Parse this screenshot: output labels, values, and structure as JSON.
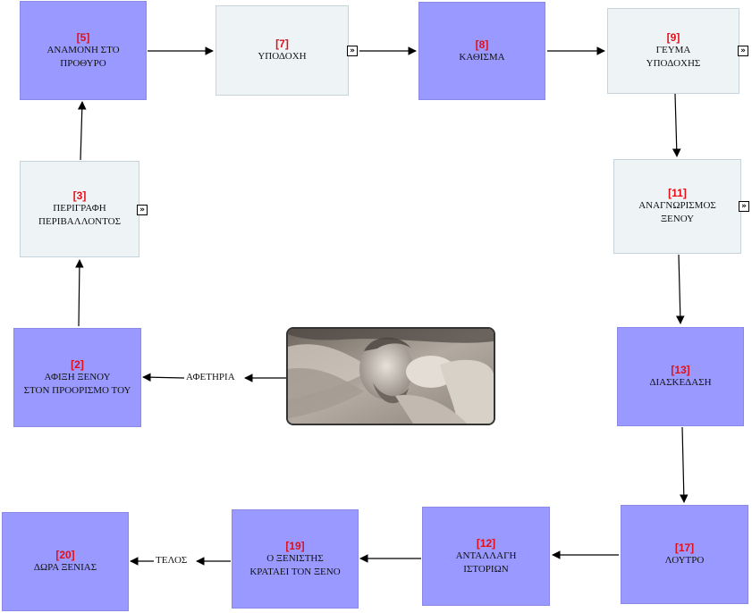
{
  "nodes": [
    {
      "id": "n5",
      "num": "[5]",
      "lines": [
        "ΑΝΑΜΟΝΗ ΣΤΟ",
        "ΠΡΟΘΥΡΟ"
      ]
    },
    {
      "id": "n7",
      "num": "[7]",
      "lines": [
        "ΥΠΟΔΟΧΗ"
      ]
    },
    {
      "id": "n8",
      "num": "[8]",
      "lines": [
        "ΚΑΘΙΣΜΑ"
      ]
    },
    {
      "id": "n9",
      "num": "[9]",
      "lines": [
        "ΓΕΥΜΑ",
        "ΥΠΟΔΟΧΗΣ"
      ]
    },
    {
      "id": "n3",
      "num": "[3]",
      "lines": [
        "ΠΕΡΙΓΡΑΦΗ",
        "ΠΕΡΙΒΑΛΛΟΝΤΟΣ"
      ]
    },
    {
      "id": "n11",
      "num": "[11]",
      "lines": [
        "ΑΝΑΓΝΩΡΙΣΜΟΣ",
        "ΞΕΝΟΥ"
      ]
    },
    {
      "id": "n2",
      "num": "[2]",
      "lines": [
        "ΑΦΙΞΗ ΞΕΝΟΥ",
        "ΣΤΟΝ ΠΡΟΟΡΙΣΜΟ ΤΟΥ"
      ]
    },
    {
      "id": "n13",
      "num": "[13]",
      "lines": [
        "ΔΙΑΣΚΕΔΑΣΗ"
      ]
    },
    {
      "id": "n20",
      "num": "[20]",
      "lines": [
        "ΔΩΡΑ ΞΕΝΙΑΣ"
      ]
    },
    {
      "id": "n19",
      "num": "[19]",
      "lines": [
        "Ο ΞΕΝΙΣΤΗΣ",
        "ΚΡΑΤΑΕΙ ΤΟΝ ΞΕΝΟ"
      ]
    },
    {
      "id": "n12",
      "num": "[12]",
      "lines": [
        "ΑΝΤΑΛΛΑΓΗ",
        "ΙΣΤΟΡΙΩΝ"
      ]
    },
    {
      "id": "n17",
      "num": "[17]",
      "lines": [
        "ΛΟΥΤΡΟ"
      ]
    }
  ],
  "edge_labels": {
    "start": "ΑΦΕΤΗΡΙΑ",
    "end": "ΤΕΛΟΣ"
  },
  "colors": {
    "blue_node": "#9999ff",
    "light_node": "#eef3f6",
    "number": "#e0101a"
  },
  "icons": {
    "expand": "double-chevron-right-icon",
    "photo": "sculpture-photo"
  }
}
